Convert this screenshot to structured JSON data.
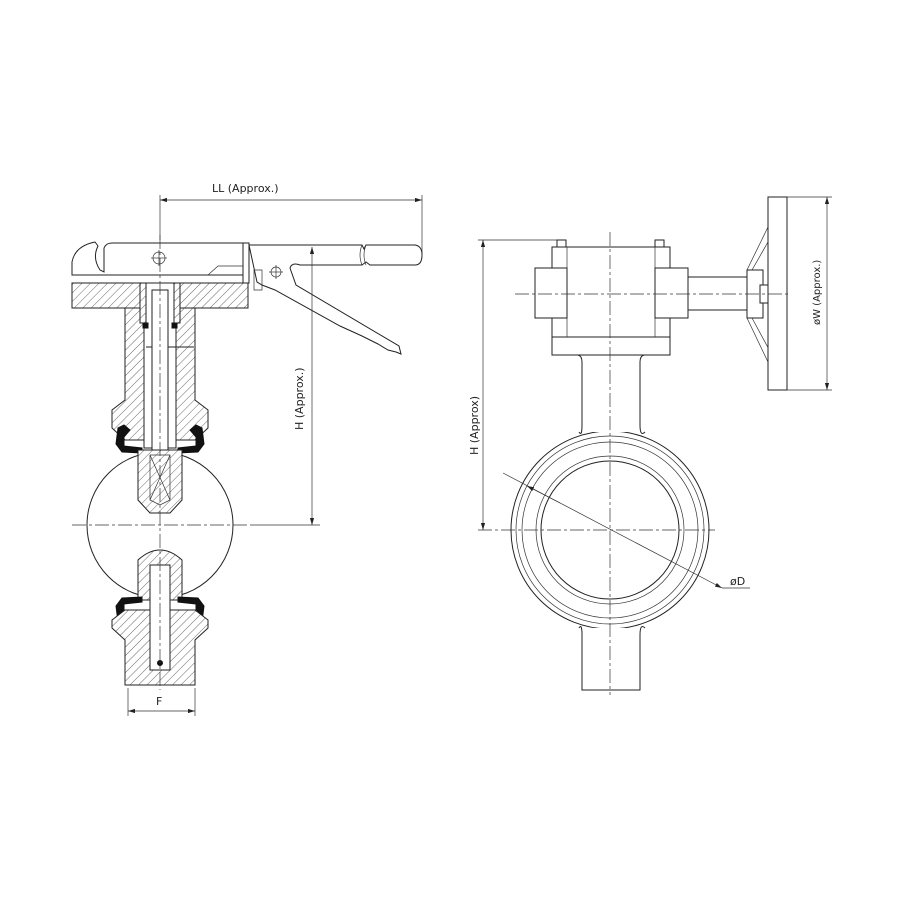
{
  "drawing": {
    "side_section_view": {
      "dim_lever_length": "LL (Approx.)",
      "dim_height": "H (Approx.)",
      "dim_face_width": "F"
    },
    "front_view": {
      "dim_height": "H (Approx)",
      "dim_diameter": "øD",
      "dim_handwheel": "øW (Approx.)"
    },
    "line_color": "#222222",
    "background_color": "#ffffff"
  }
}
